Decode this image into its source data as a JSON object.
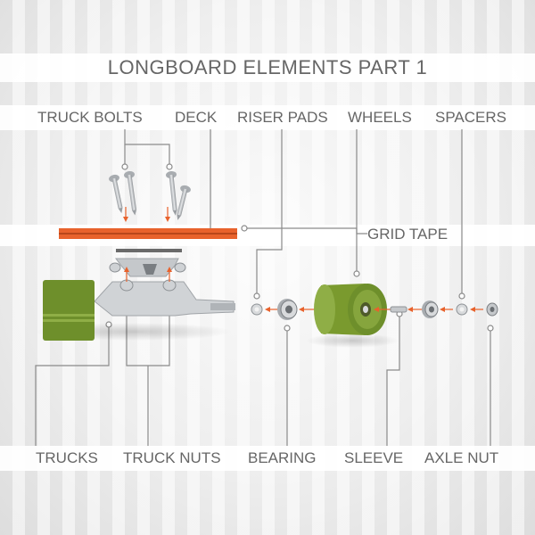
{
  "title": "LONGBOARD ELEMENTS PART 1",
  "labels": {
    "truck_bolts": "TRUCK BOLTS",
    "deck": "DECK",
    "riser_pads": "RISER PADS",
    "wheels": "WHEELS",
    "spacers": "SPACERS",
    "grid_tape": "GRID TAPE",
    "trucks": "TRUCKS",
    "truck_nuts": "TRUCK NUTS",
    "bearing": "BEARING",
    "sleeve": "SLEEVE",
    "axle_nut": "AXLE NUT"
  },
  "colors": {
    "accent_orange": "#e8622c",
    "wheel_green": "#7a9a2e",
    "truck_green": "#6e8f2b",
    "metal": "#b9bcbf",
    "line": "#8a8a8a",
    "text": "#666666"
  }
}
